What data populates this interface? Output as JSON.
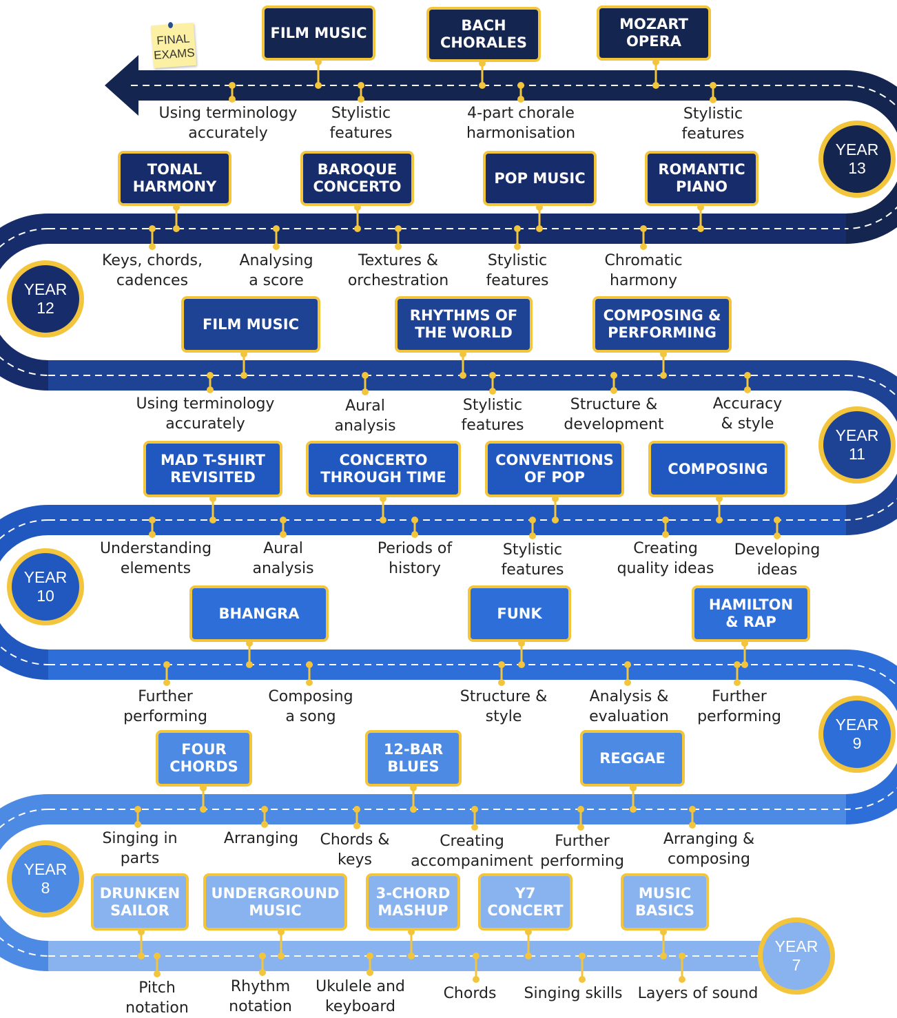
{
  "final_exams": "FINAL\nEXAMS",
  "colors": {
    "highlight": "#f2c53d",
    "year13": "#14254f",
    "year12": "#172c6b",
    "year11": "#1e4294",
    "year10": "#2158c0",
    "year9": "#2e6ed8",
    "year8": "#4d8ae4",
    "year7": "#89b3ee"
  },
  "years": [
    {
      "year": "YEAR\n13",
      "topics": [
        "FILM MUSIC",
        "BACH\nCHORALES",
        "MOZART\nOPERA"
      ],
      "skills": [
        "Using terminology\naccurately",
        "Stylistic\nfeatures",
        "4-part chorale\nharmonisation",
        "Stylistic\nfeatures"
      ]
    },
    {
      "year": "YEAR\n12",
      "topics": [
        "TONAL\nHARMONY",
        "BAROQUE\nCONCERTO",
        "POP MUSIC",
        "ROMANTIC\nPIANO"
      ],
      "skills": [
        "Keys, chords,\ncadences",
        "Analysing\na score",
        "Textures &\norchestration",
        "Stylistic\nfeatures",
        "Chromatic\nharmony"
      ]
    },
    {
      "year": "YEAR\n11",
      "topics": [
        "FILM MUSIC",
        "RHYTHMS OF\nTHE WORLD",
        "COMPOSING &\nPERFORMING"
      ],
      "skills": [
        "Using terminology\naccurately",
        "Aural\nanalysis",
        "Stylistic\nfeatures",
        "Structure &\ndevelopment",
        "Accuracy\n& style"
      ]
    },
    {
      "year": "YEAR\n10",
      "topics": [
        "MAD T-SHIRT\nREVISITED",
        "CONCERTO\nTHROUGH TIME",
        "CONVENTIONS\nOF POP",
        "COMPOSING"
      ],
      "skills": [
        "Understanding\nelements",
        "Aural\nanalysis",
        "Periods of\nhistory",
        "Stylistic\nfeatures",
        "Creating\nquality ideas",
        "Developing\nideas"
      ]
    },
    {
      "year": "YEAR\n9",
      "topics": [
        "BHANGRA",
        "FUNK",
        "HAMILTON\n& RAP"
      ],
      "skills": [
        "Further\nperforming",
        "Composing\na song",
        "Structure &\nstyle",
        "Analysis &\nevaluation",
        "Further\nperforming"
      ]
    },
    {
      "year": "YEAR\n8",
      "topics": [
        "FOUR\nCHORDS",
        "12-BAR\nBLUES",
        "REGGAE"
      ],
      "skills": [
        "Singing in\nparts",
        "Arranging",
        "Chords &\nkeys",
        "Creating\naccompaniment",
        "Further\nperforming",
        "Arranging &\ncomposing"
      ]
    },
    {
      "year": "YEAR\n7",
      "topics": [
        "DRUNKEN\nSAILOR",
        "UNDERGROUND\nMUSIC",
        "3-CHORD\nMASHUP",
        "Y7\nCONCERT",
        "MUSIC\nBASICS"
      ],
      "skills": [
        "Pitch\nnotation",
        "Rhythm\nnotation",
        "Ukulele and\nkeyboard",
        "Chords",
        "Singing skills",
        "Layers of sound"
      ]
    }
  ]
}
